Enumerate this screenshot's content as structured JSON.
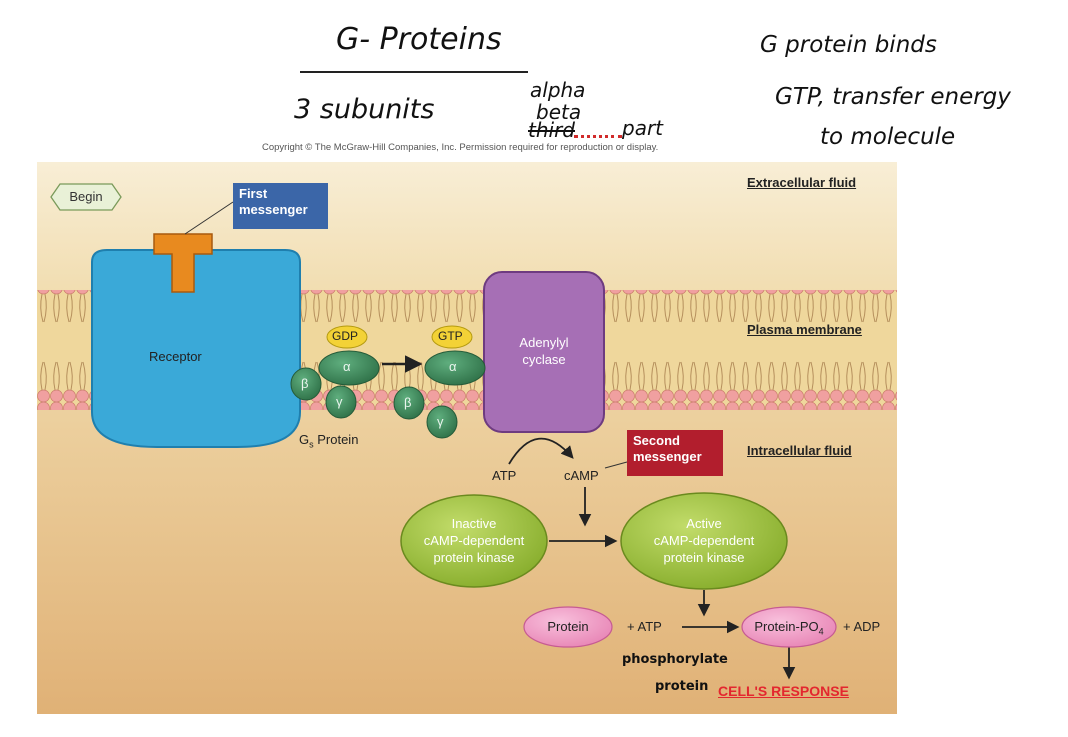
{
  "notes": {
    "title": "G- Proteins",
    "subunits_label": "3 subunits",
    "alpha": "alpha",
    "beta": "beta",
    "third": "third",
    "part": "part",
    "right_line1": "G protein binds",
    "right_line2": "GTP, transfer energy",
    "right_line3": "to molecule",
    "phosphorylate_1": "phosphorylate",
    "phosphorylate_2": "protein"
  },
  "copyright": "Copyright © The McGraw-Hill Companies, Inc. Permission required for reproduction or display.",
  "diagram": {
    "begin": "Begin",
    "first_messenger_1": "First",
    "first_messenger_2": "messenger",
    "extracellular": "Extracellular fluid",
    "plasma_membrane": "Plasma membrane",
    "intracellular": "Intracellular fluid",
    "receptor": "Receptor",
    "gdp": "GDP",
    "gtp": "GTP",
    "alpha": "α",
    "beta": "β",
    "gamma": "γ",
    "gs_protein_main": "G",
    "gs_protein_sub": "s",
    "gs_protein_rest": " Protein",
    "adenylyl_1": "Adenylyl",
    "adenylyl_2": "cyclase",
    "atp": "ATP",
    "camp": "cAMP",
    "second_messenger_1": "Second",
    "second_messenger_2": "messenger",
    "inactive_1": "Inactive",
    "inactive_2": "cAMP-dependent",
    "inactive_3": "protein kinase",
    "active_1": "Active",
    "active_2": "cAMP-dependent",
    "active_3": "protein kinase",
    "protein": "Protein",
    "plus_atp": "+ ATP",
    "protein_po4_main": "Protein-PO",
    "protein_po4_sub": "4",
    "plus_adp": "+ ADP",
    "cells_response": "CELL'S RESPONSE"
  },
  "colors": {
    "background_top": "#f7ecd2",
    "background_bottom": "#e2b67a",
    "membrane_band": "#efd79c",
    "lipid_head": "#f2a3a3",
    "receptor": "#3aa9d8",
    "ligand": "#e88a1f",
    "first_messenger_box": "#3b66a8",
    "second_messenger_box": "#b21e2d",
    "g_subunit": "#3f8a5c",
    "nucleotide": "#f3d236",
    "adenylyl_cyclase": "#a66fb5",
    "kinase": "#9bbf3b",
    "protein": "#f29bc6",
    "response": "#e3272f"
  }
}
